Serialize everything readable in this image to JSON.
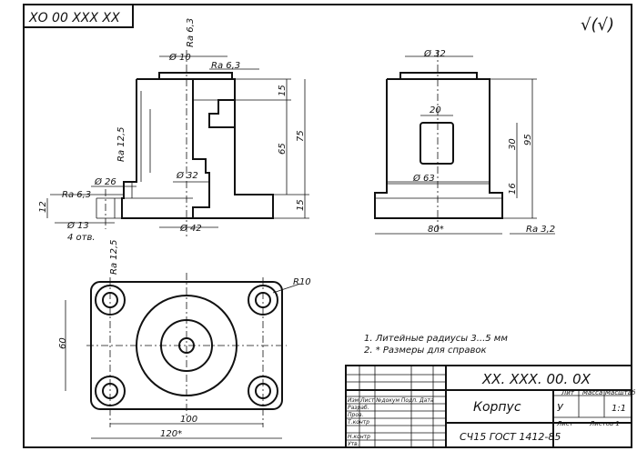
{
  "header": {
    "rotated_designation": "ХО 00 ХХХ ХХ",
    "roughness_mark": "√(√)"
  },
  "front_view": {
    "dim_d10": "Ø 10",
    "ra_top": "Ra 6,3",
    "ra_vertical": "Ra 6,3",
    "dim_15_top": "15",
    "dim_65": "65",
    "dim_75": "75",
    "dim_15_bottom": "15",
    "ra_125_upper": "Ra 12,5",
    "dim_d32": "Ø 32",
    "dim_d26": "Ø 26",
    "ra_left": "Ra 6,3",
    "dim_12": "12",
    "dim_d13": "Ø 13",
    "dim_4_holes": "4 отв.",
    "ra_125_lower": "Ra 12,5",
    "dim_d42": "Ø 42"
  },
  "side_view": {
    "dim_d32": "Ø 32",
    "dim_20": "20",
    "dim_95": "95",
    "dim_30": "30",
    "dim_16": "16",
    "dim_d63": "Ø 63",
    "dim_80": "80*",
    "ra_32": "Ra 3,2"
  },
  "top_view": {
    "dim_r10": "R10",
    "dim_60": "60",
    "dim_100": "100",
    "dim_120": "120*"
  },
  "notes": [
    "1. Литейные радиусы 3...5 мм",
    "2. * Размеры для справок"
  ],
  "title_block": {
    "designation": "ХХ. ХХХ. 00. 0Х",
    "part_name": "Корпус",
    "material": "СЧ15 ГОСТ 1412-85",
    "col_lit": "Лит",
    "col_mass": "Масса",
    "col_scale": "Масштаб",
    "lit_value": "У",
    "scale_value": "1:1",
    "sheet_label": "Лист",
    "sheets_label": "Листов 1",
    "row_izm": "Изм Лист №докум Подп. Дата",
    "row_razrab": "Разраб.",
    "row_prov": "Пров.",
    "row_tkontr": "Т.контр",
    "row_nkontr": "Н.контр",
    "row_utv": "Утв."
  }
}
